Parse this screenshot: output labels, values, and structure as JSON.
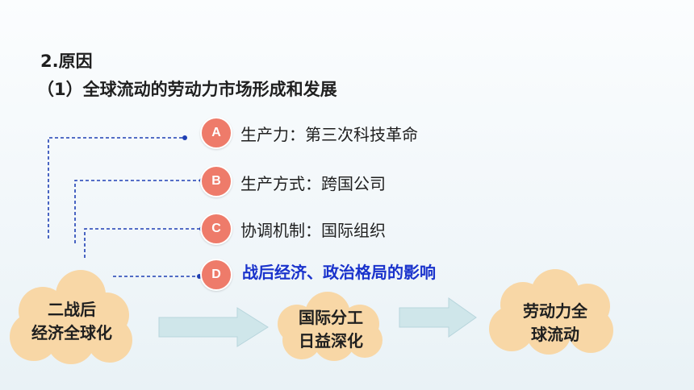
{
  "section": {
    "title": "2.原因",
    "subtitle": "（1）全球流动的劳动力市场形成和发展"
  },
  "items": [
    {
      "badge": "A",
      "label": "生产力：第三次科技革命",
      "highlight": false
    },
    {
      "badge": "B",
      "label": "生产方式：跨国公司",
      "highlight": false
    },
    {
      "badge": "C",
      "label": "协调机制：国际组织",
      "highlight": false
    },
    {
      "badge": "D",
      "label": "战后经济、政治格局的影响",
      "highlight": true
    }
  ],
  "flow": [
    {
      "line1": "二战后",
      "line2": "经济全球化"
    },
    {
      "line1": "国际分工",
      "line2": "日益深化"
    },
    {
      "line1": "劳动力全",
      "line2": "球流动"
    }
  ],
  "colors": {
    "badge": "#ee7b6a",
    "cloud": "#f8d7a6",
    "arrow": "#cfe6ea",
    "connector": "#1f3fb4",
    "highlight_text": "#1a33cc"
  }
}
